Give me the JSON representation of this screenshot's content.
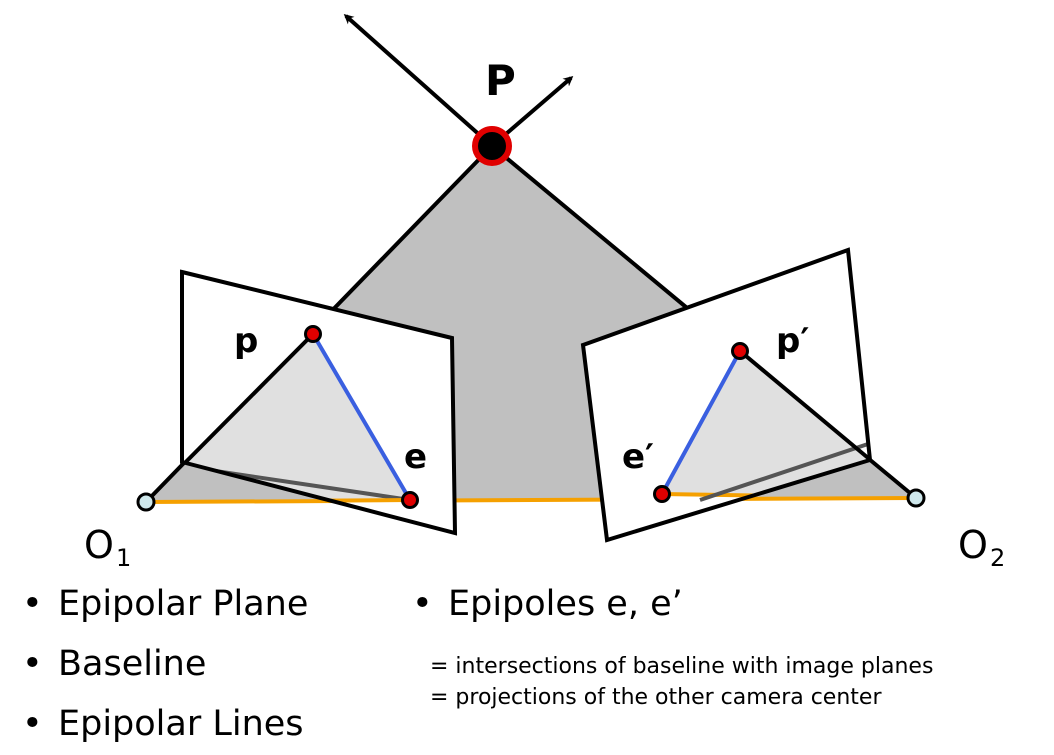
{
  "labels": {
    "P": "P",
    "p": "p",
    "p_prime": "p′",
    "e": "e",
    "e_prime": "e′",
    "O1": "O",
    "O1_sub": "1",
    "O2": "O",
    "O2_sub": "2"
  },
  "bullets": {
    "marker": "•",
    "left": [
      "Epipolar Plane",
      "Baseline",
      "Epipolar Lines"
    ],
    "right": [
      "Epipoles e, e’"
    ]
  },
  "notes": [
    "= intersections of baseline with image planes",
    "= projections of the other camera center"
  ],
  "colors": {
    "epipolar_plane": "#c0c0c0",
    "plane_inside_image": "#e0e0e0",
    "baseline": "#f5a000",
    "epipolar_line": "#3a5fe0",
    "point_red": "#e00000",
    "camera_center": "#cfe8ec",
    "outline": "#000000"
  }
}
